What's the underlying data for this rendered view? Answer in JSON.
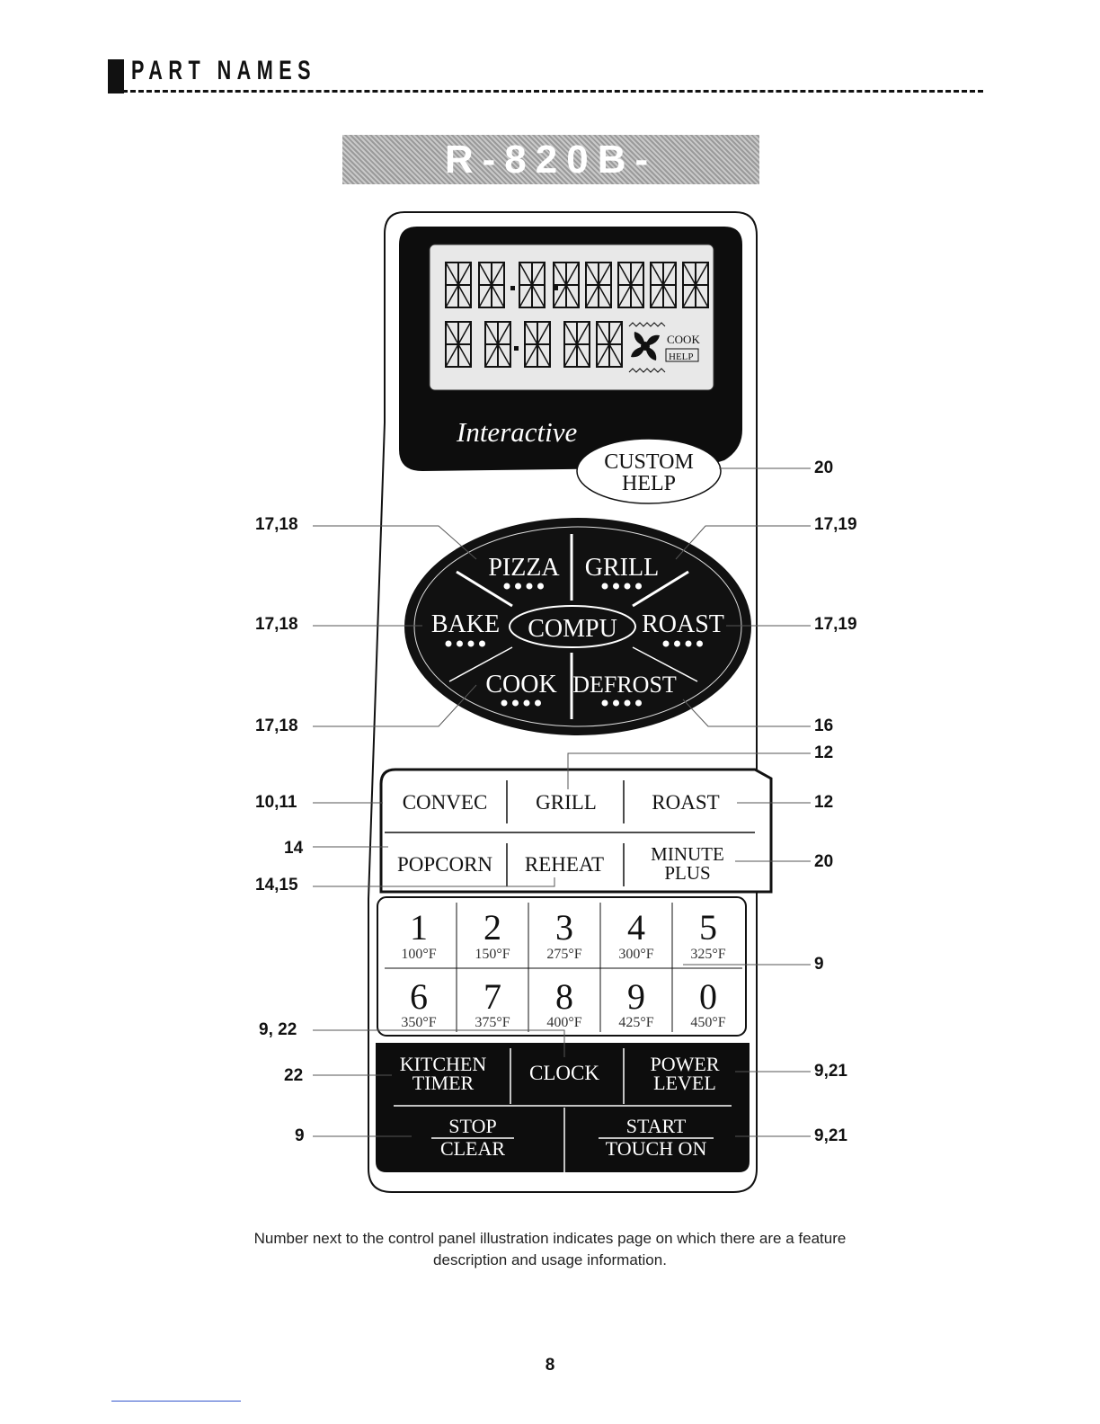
{
  "header": {
    "section_title": "PART NAMES",
    "model": "R-820B-"
  },
  "panel": {
    "brand": "Interactive",
    "custom_help": [
      "CUSTOM",
      "HELP"
    ],
    "compu_label": "COMPU",
    "compu_items": [
      "PIZZA",
      "GRILL",
      "BAKE",
      "ROAST",
      "COOK",
      "DEFROST"
    ],
    "display_icons": {
      "cook": "COOK",
      "help": "HELP",
      "fan": "fan-icon"
    },
    "row1": [
      "CONVEC",
      "GRILL",
      "ROAST"
    ],
    "row2": [
      "POPCORN",
      "REHEAT",
      [
        "MINUTE",
        "PLUS"
      ]
    ],
    "keypad": [
      {
        "num": "1",
        "temp": "100°F"
      },
      {
        "num": "2",
        "temp": "150°F"
      },
      {
        "num": "3",
        "temp": "275°F"
      },
      {
        "num": "4",
        "temp": "300°F"
      },
      {
        "num": "5",
        "temp": "325°F"
      },
      {
        "num": "6",
        "temp": "350°F"
      },
      {
        "num": "7",
        "temp": "375°F"
      },
      {
        "num": "8",
        "temp": "400°F"
      },
      {
        "num": "9",
        "temp": "425°F"
      },
      {
        "num": "0",
        "temp": "450°F"
      }
    ],
    "dark_row1": [
      [
        "KITCHEN",
        "TIMER"
      ],
      [
        "CLOCK"
      ],
      [
        "POWER",
        "LEVEL"
      ]
    ],
    "dark_row2": [
      [
        "STOP",
        "CLEAR"
      ],
      [
        "START",
        "TOUCH ON"
      ]
    ]
  },
  "callouts_left": [
    "17,18",
    "17,18",
    "17,18",
    "10,11",
    "14",
    "14,15",
    "9, 22",
    "22",
    "9"
  ],
  "callouts_right": [
    "20",
    "17,19",
    "17,19",
    "16",
    "12",
    "12",
    "20",
    "9",
    "9,21",
    "9,21"
  ],
  "caption": [
    "Number next to the control panel illustration indicates page on which there are a feature",
    "description and usage information."
  ],
  "page_number": "8"
}
